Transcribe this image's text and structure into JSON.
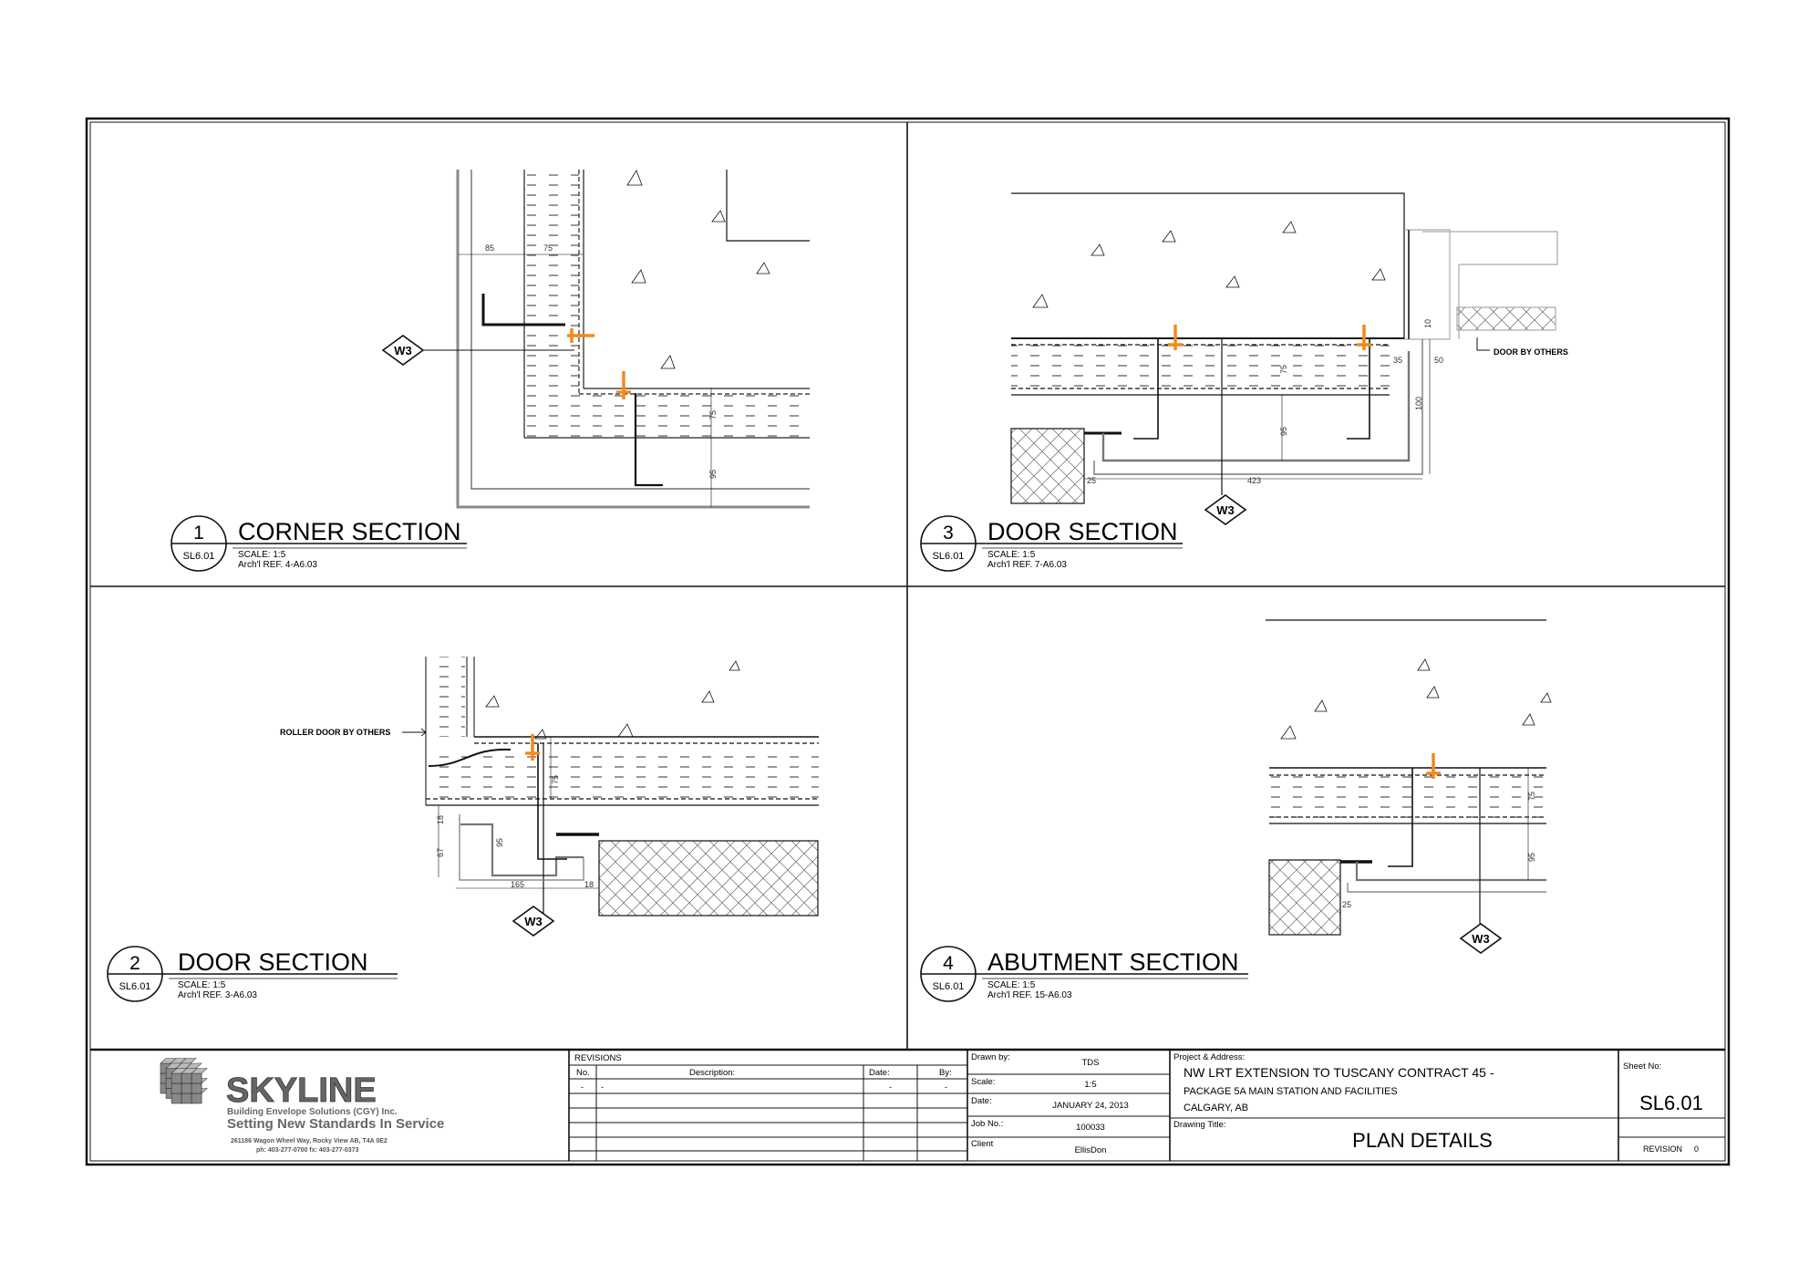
{
  "details": [
    {
      "number": "1",
      "sheet_ref": "SL6.01",
      "title": "CORNER SECTION",
      "scale": "SCALE:  1:5",
      "arch_ref": "Arch'l REF.  4-A6.03",
      "tag": "W3",
      "dims": [
        "85",
        "75",
        "75",
        "95"
      ]
    },
    {
      "number": "2",
      "sheet_ref": "SL6.01",
      "title": "DOOR SECTION",
      "scale": "SCALE:  1:5",
      "arch_ref": "Arch'l REF.  3-A6.03",
      "tag": "W3",
      "note": "ROLLER DOOR BY OTHERS",
      "dims": [
        "75",
        "18",
        "95",
        "67",
        "165",
        "18"
      ]
    },
    {
      "number": "3",
      "sheet_ref": "SL6.01",
      "title": "DOOR SECTION",
      "scale": "SCALE:  1:5",
      "arch_ref": "Arch'l REF.  7-A6.03",
      "tag": "W3",
      "note": "DOOR BY OTHERS",
      "dims": [
        "10",
        "35",
        "50",
        "100",
        "75",
        "95",
        "25",
        "423"
      ]
    },
    {
      "number": "4",
      "sheet_ref": "SL6.01",
      "title": "ABUTMENT SECTION",
      "scale": "SCALE:  1:5",
      "arch_ref": "Arch'l REF.  15-A6.03",
      "tag": "W3",
      "dims": [
        "75",
        "95",
        "25"
      ]
    }
  ],
  "title_block": {
    "company": {
      "name": "SKYLINE",
      "subtitle": "Building Envelope Solutions (CGY) Inc.",
      "slogan": "Setting New Standards In Service",
      "address": "261186 Wagon Wheel Way, Rocky View AB, T4A 0E2",
      "phone": "ph: 403-277-0700   fx: 403-277-0373"
    },
    "revisions": {
      "heading": "REVISIONS",
      "col_no": "No.",
      "col_desc": "Description:",
      "col_date": "Date:",
      "col_by": "By:",
      "row1": [
        "-",
        "-",
        "-",
        "-"
      ]
    },
    "info": {
      "drawn_by_label": "Drawn by:",
      "drawn_by": "TDS",
      "scale_label": "Scale:",
      "scale": "1:5",
      "date_label": "Date:",
      "date": "JANUARY 24, 2013",
      "job_label": "Job No.:",
      "job": "100033",
      "client_label": "Client",
      "client": "EllisDon"
    },
    "project": {
      "label": "Project & Address:",
      "line1": "NW LRT EXTENSION TO TUSCANY CONTRACT 45 -",
      "line2": "PACKAGE 5A MAIN STATION AND FACILITIES",
      "line3": "CALGARY, AB",
      "drawing_title_label": "Drawing Title:",
      "drawing_title": "PLAN DETAILS"
    },
    "sheet": {
      "label": "Sheet No:",
      "number": "SL6.01",
      "revision_label": "REVISION",
      "revision": "0"
    }
  },
  "colors": {
    "line": "#111111",
    "accent": "#f08a1c",
    "grey": "#8a8a8a"
  }
}
